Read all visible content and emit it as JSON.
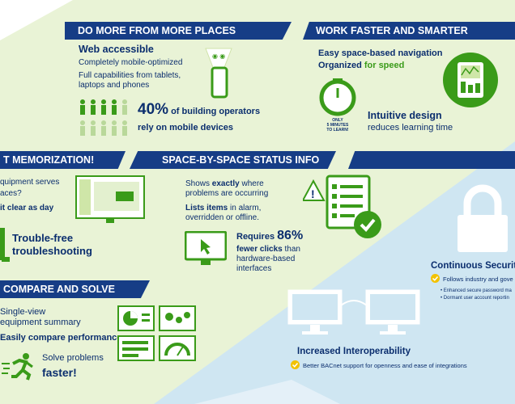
{
  "banners": {
    "more_places": "DO MORE FROM MORE PLACES",
    "faster_smarter": "WORK FASTER AND SMARTER",
    "memorization": "T MEMORIZATION!",
    "status_info": "SPACE-BY-SPACE STATUS INFO",
    "compare_solve": "COMPARE AND SOLVE"
  },
  "web": {
    "title": "Web accessible",
    "line1": "Completely mobile-optimized",
    "line2": "Full capabilities from tablets,",
    "line3": "laptops and phones",
    "stat_pct": "40%",
    "stat_text1": " of building operators",
    "stat_text2": "rely on mobile devices"
  },
  "faster": {
    "nav": "Easy space-based navigation",
    "organized_prefix": "Organized ",
    "organized_bold": "for speed",
    "timer_line1": "ONLY",
    "timer_line2": "5 MINUTES",
    "timer_line3": "TO LEARN!",
    "design_title": "Intuitive design",
    "design_text": "reduces learning time"
  },
  "memo": {
    "line1": "quipment serves",
    "line2": "aces?",
    "line3": "it clear as day",
    "trouble1": "Trouble-free",
    "trouble2": "troubleshooting"
  },
  "status": {
    "line1_a": "Shows ",
    "line1_b": "exactly",
    "line1_c": " where",
    "line2": "problems are occurring",
    "line3_a": "Lists items",
    "line3_b": " in alarm,",
    "line4": "overridden or offline.",
    "req_a": "Requires ",
    "req_pct": "86%",
    "req_line2_a": "fewer clicks",
    "req_line2_b": " than",
    "req_line3": "hardware-based",
    "req_line4": "interfaces"
  },
  "compare": {
    "line1": "Single-view",
    "line2": "equipment summary",
    "line3": "Easily compare performance",
    "solve1": "Solve problems",
    "solve2": "faster!"
  },
  "security": {
    "title": "Continuous Security",
    "line1": "Follows industry and gove",
    "bullet1": "Enhanced secure password ma",
    "bullet2": "Dormant user account reportin"
  },
  "interop": {
    "title": "Increased Interoperability",
    "line1": "Better BACnet support for openness and ease of integrations"
  },
  "colors": {
    "banner": "#163d86",
    "green": "#3a9b19",
    "bg_green": "#e9f3d6",
    "bg_blue": "#cfe6f2",
    "check_yellow": "#f2c200"
  }
}
